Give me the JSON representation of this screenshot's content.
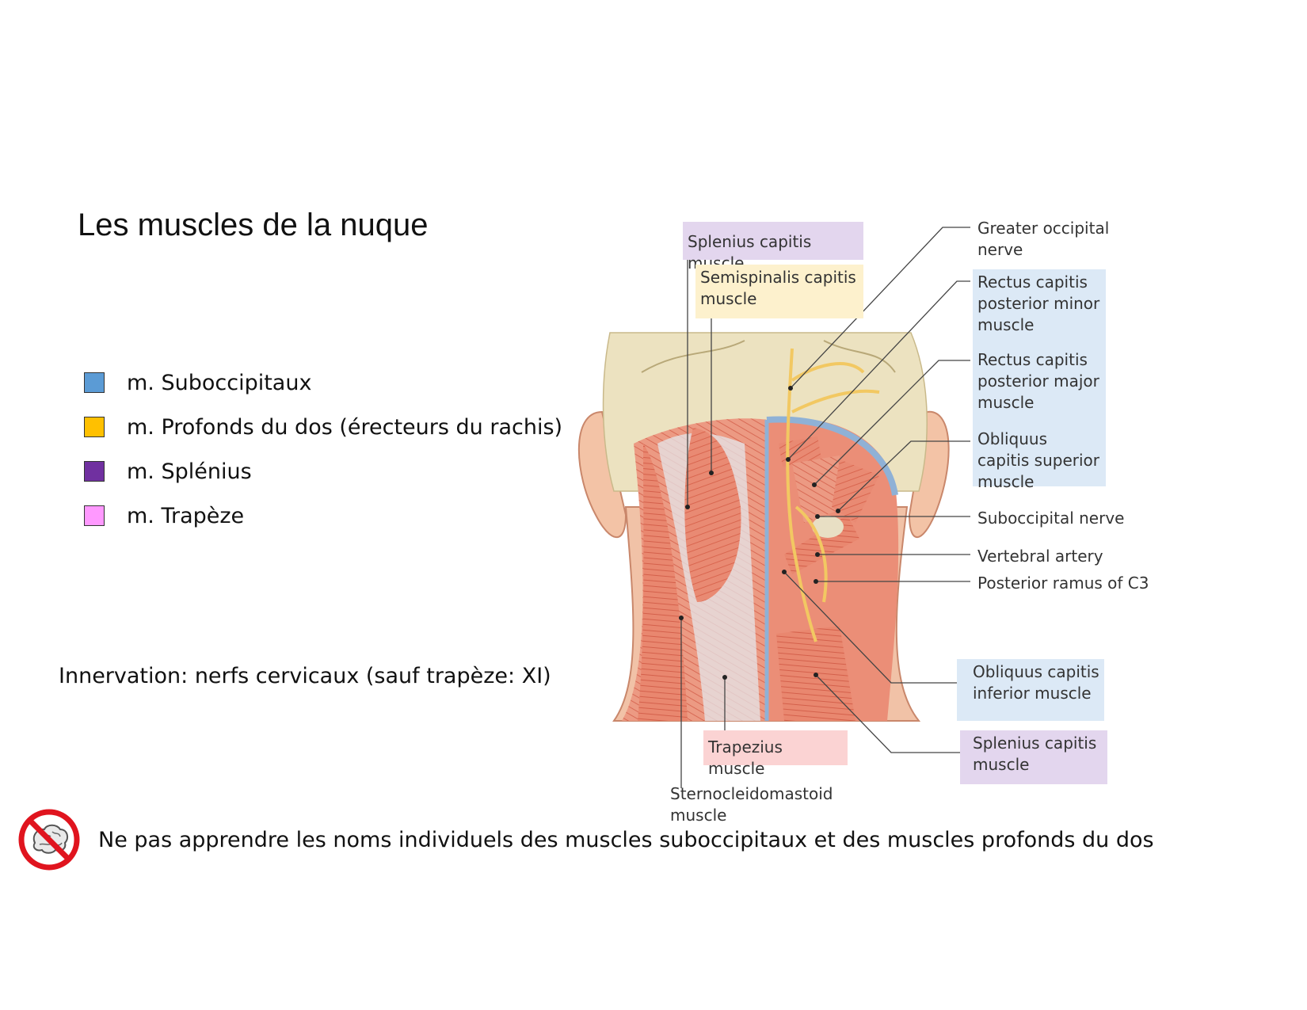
{
  "title": "Les muscles de la nuque",
  "legend": [
    {
      "label": "m. Suboccipitaux",
      "color": "#5b9bd5"
    },
    {
      "label": "m. Profonds du dos (érecteurs du rachis)",
      "color": "#ffc000"
    },
    {
      "label": "m. Splénius",
      "color": "#7030a0"
    },
    {
      "label": "m. Trapèze",
      "color": "#ff99ff"
    }
  ],
  "innervation": "Innervation: nerfs cervicaux (sauf trapèze: XI)",
  "warning": "Ne pas apprendre les noms individuels des muscles suboccipitaux et des muscles profonds du dos",
  "figure_labels": {
    "splenius_top": "Splenius capitis muscle",
    "semispinalis": "Semispinalis capitis muscle",
    "greater_occipital": "Greater occipital nerve",
    "rectus_minor": "Rectus capitis posterior minor muscle",
    "rectus_major": "Rectus capitis posterior major muscle",
    "obliquus_superior": "Obliquus capitis superior muscle",
    "suboccipital_nerve": "Suboccipital nerve",
    "vertebral_artery": "Vertebral artery",
    "posterior_ramus": "Posterior ramus of C3",
    "obliquus_inferior": "Obliquus capitis inferior muscle",
    "splenius_bottom": "Splenius capitis muscle",
    "trapezius": "Trapezius muscle",
    "sternocleidomastoid": "Sternocleidomastoid muscle"
  },
  "colors": {
    "label_purple": "#e3d6ee",
    "label_yellow": "#fdf1cd",
    "label_blue": "#dce9f6",
    "label_pink": "#fbd3d3",
    "muscle": "#e8846e",
    "skull": "#ede4c4",
    "nerve": "#f2c862",
    "no_sign": "#e0141e"
  },
  "icons": {
    "warning": "no-brain-icon"
  }
}
